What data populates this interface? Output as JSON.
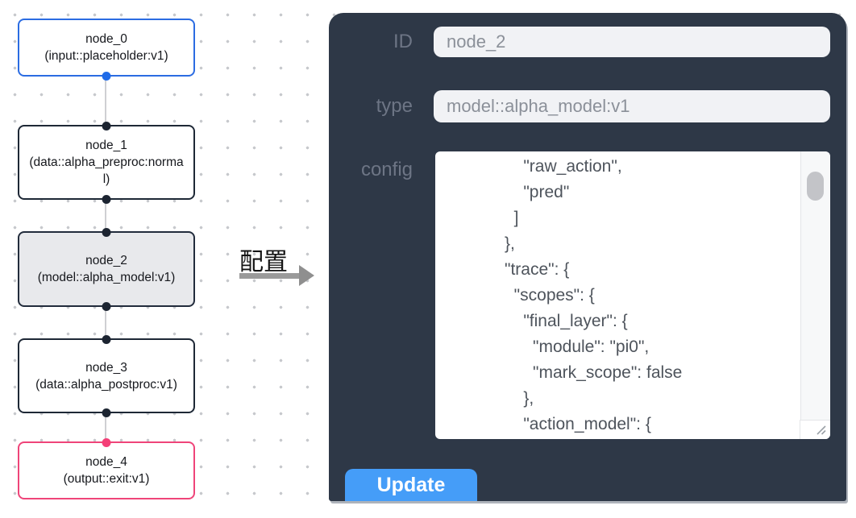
{
  "canvas": {
    "nodes": [
      {
        "title": "node_0",
        "subtitle": "(input::placeholder:v1)",
        "role": "input",
        "selected": false
      },
      {
        "title": "node_1",
        "subtitle": "(data::alpha_preproc:normal)",
        "role": "processor",
        "selected": false
      },
      {
        "title": "node_2",
        "subtitle": "(model::alpha_model:v1)",
        "role": "model",
        "selected": true
      },
      {
        "title": "node_3",
        "subtitle": "(data::alpha_postproc:v1)",
        "role": "processor",
        "selected": false
      },
      {
        "title": "node_4",
        "subtitle": "(output::exit:v1)",
        "role": "output",
        "selected": false
      }
    ]
  },
  "annotation": {
    "label": "配置"
  },
  "panel": {
    "fields": [
      {
        "label": "ID",
        "value": "node_2"
      },
      {
        "label": "type",
        "value": "model::alpha_model:v1"
      }
    ],
    "config": {
      "label": "config",
      "lines": [
        "                \"raw_action\",",
        "                \"pred\"",
        "              ]",
        "            },",
        "            \"trace\": {",
        "              \"scopes\": {",
        "                \"final_layer\": {",
        "                  \"module\": \"pi0\",",
        "                  \"mark_scope\": false",
        "                },",
        "                \"action_model\": {"
      ]
    },
    "update_button": "Update"
  },
  "colors": {
    "panel_bg": "#2e3847",
    "input_bg": "#f1f2f5",
    "update_button_bg": "#459df8",
    "node_input_border": "#2b6ce2",
    "node_default_border": "#1e2836",
    "node_selected_border": "#222c3c",
    "node_selected_fill": "#e8e9ec",
    "node_output_border": "#ef4479",
    "handle_blue": "#1f6be8",
    "handle_dark": "#1c2431",
    "handle_pink": "#f43f77"
  }
}
